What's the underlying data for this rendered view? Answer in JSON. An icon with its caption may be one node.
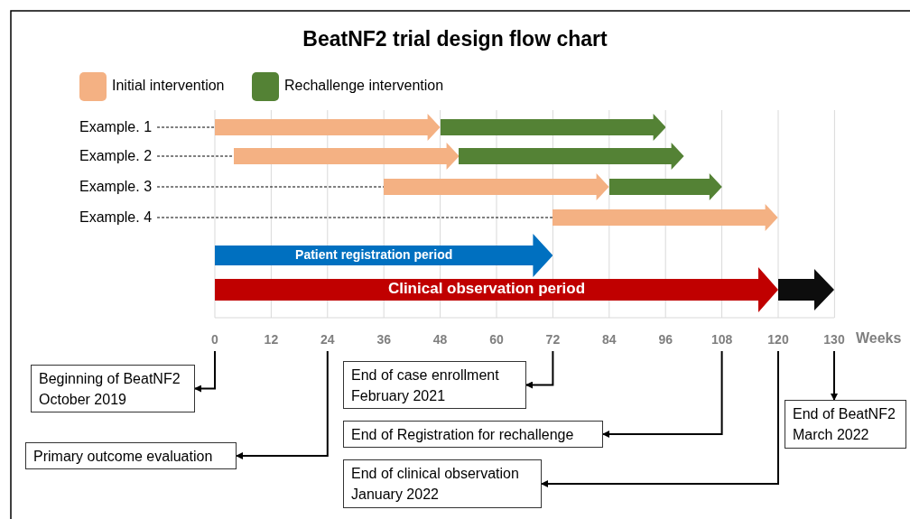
{
  "diagram": {
    "title": "BeatNF2 trial design flow chart",
    "nodes": [
      {
        "text": [
          "Example. 1"
        ]
      },
      {
        "text": [
          "Example. 2"
        ]
      },
      {
        "text": [
          "Example. 3"
        ]
      },
      {
        "text": [
          "Example. 4"
        ]
      },
      {
        "text": [],
        "shape": "arrow"
      },
      {
        "text": [],
        "shape": "arrow"
      },
      {
        "text": [],
        "shape": "arrow"
      },
      {
        "text": [],
        "shape": "arrow"
      },
      {
        "text": [],
        "shape": "arrow"
      },
      {
        "text": [],
        "shape": "arrow"
      },
      {
        "text": [],
        "shape": "arrow"
      },
      {
        "text": [
          "Patient registration period"
        ]
      },
      {
        "text": [
          "Clinical observation period"
        ]
      },
      {
        "text": [],
        "shape": "arrow"
      },
      {
        "text": [
          "0"
        ]
      },
      {
        "text": [
          "24"
        ]
      },
      {
        "text": [
          "72"
        ]
      },
      {
        "text": [
          "108"
        ]
      },
      {
        "text": [
          "120"
        ]
      },
      {
        "text": [
          "130"
        ]
      },
      {
        "text": [
          "Beginning of BeatNF2 October 2019"
        ]
      },
      {
        "text": [
          "Primary outcome evaluation"
        ]
      },
      {
        "text": [
          "End of case enrollment February 2021"
        ]
      },
      {
        "text": [
          "End of Registration for rechallenge"
        ]
      },
      {
        "text": [
          "End of clinical observation January 2022"
        ]
      },
      {
        "text": [
          "End of BeatNF2 March 2022"
        ]
      }
    ],
    "edges": [
      {
        "from": 0,
        "to": 4,
        "arrow": "none",
        "style": "dashed"
      },
      {
        "from": 1,
        "to": 6,
        "arrow": "none",
        "style": "dashed"
      },
      {
        "from": 2,
        "to": 8,
        "arrow": "none",
        "style": "dashed"
      },
      {
        "from": 3,
        "to": 10,
        "arrow": "none",
        "style": "dashed"
      },
      {
        "from": 14,
        "to": 20,
        "arrow": "to"
      },
      {
        "from": 15,
        "to": 21,
        "arrow": "to"
      },
      {
        "from": 16,
        "to": 22,
        "arrow": "to"
      },
      {
        "from": 17,
        "to": 23,
        "arrow": "to"
      },
      {
        "from": 18,
        "to": 24,
        "arrow": "to"
      },
      {
        "from": 19,
        "to": 25,
        "arrow": "to"
      }
    ],
    "labels": [
      "12",
      "36",
      "48",
      "60",
      "84",
      "96",
      "Weeks"
    ],
    "legend": [
      {
        "text": "Initial intervention",
        "color": "#f4b183"
      },
      {
        "text": "Rechallenge intervention",
        "color": "#548235"
      }
    ]
  }
}
